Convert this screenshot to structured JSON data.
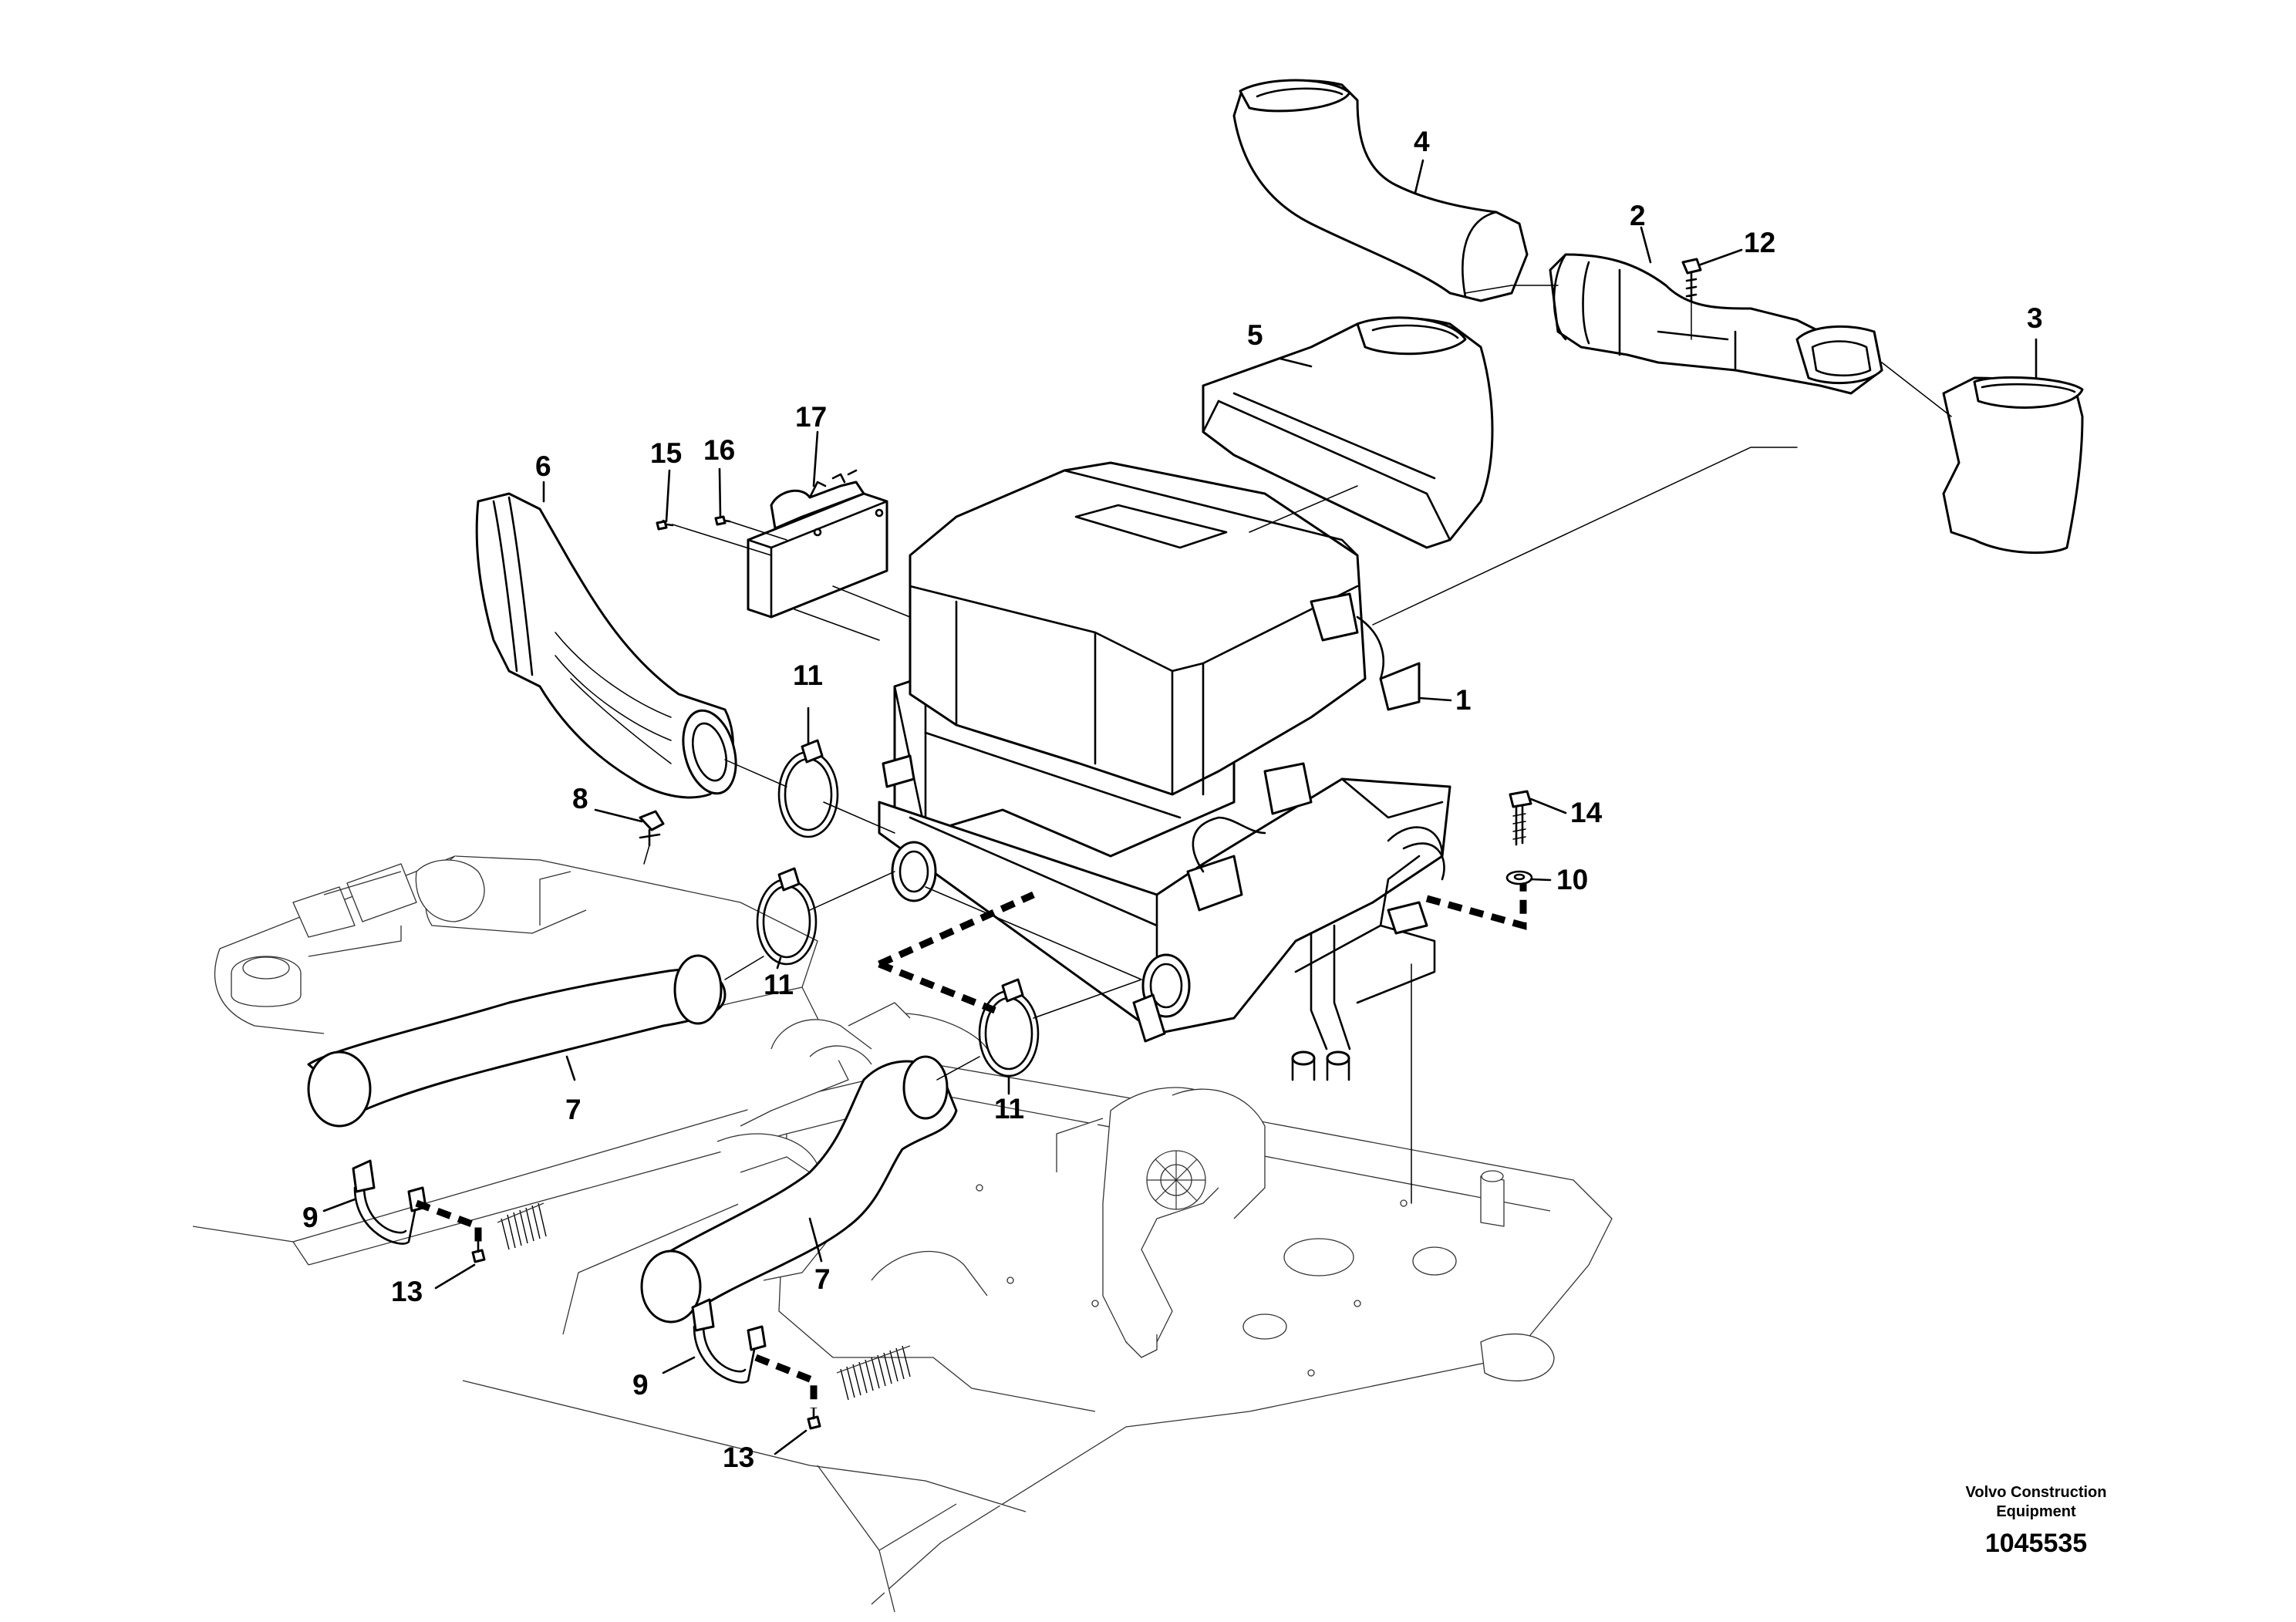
{
  "callouts": [
    "1",
    "2",
    "3",
    "4",
    "5",
    "6",
    "7",
    "7",
    "8",
    "9",
    "9",
    "10",
    "11",
    "11",
    "11",
    "12",
    "13",
    "13",
    "14",
    "15",
    "16",
    "17"
  ],
  "watermark": {
    "line1": "Volvo Construction",
    "line2": "Equipment",
    "figure_number": "1045535"
  }
}
